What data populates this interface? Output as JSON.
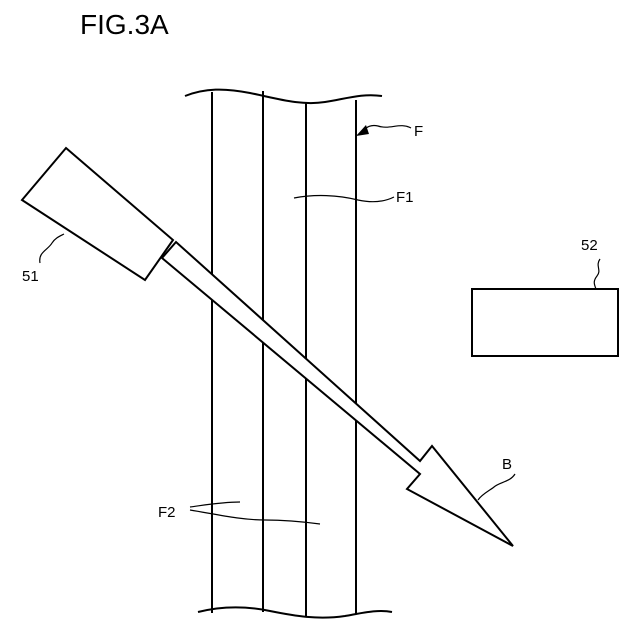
{
  "figure": {
    "title": "FIG.3A"
  },
  "labels": {
    "film": "F",
    "layer_upper": "F1",
    "layer_lower": "F2",
    "emitter": "51",
    "receiver": "52",
    "beam": "B"
  }
}
